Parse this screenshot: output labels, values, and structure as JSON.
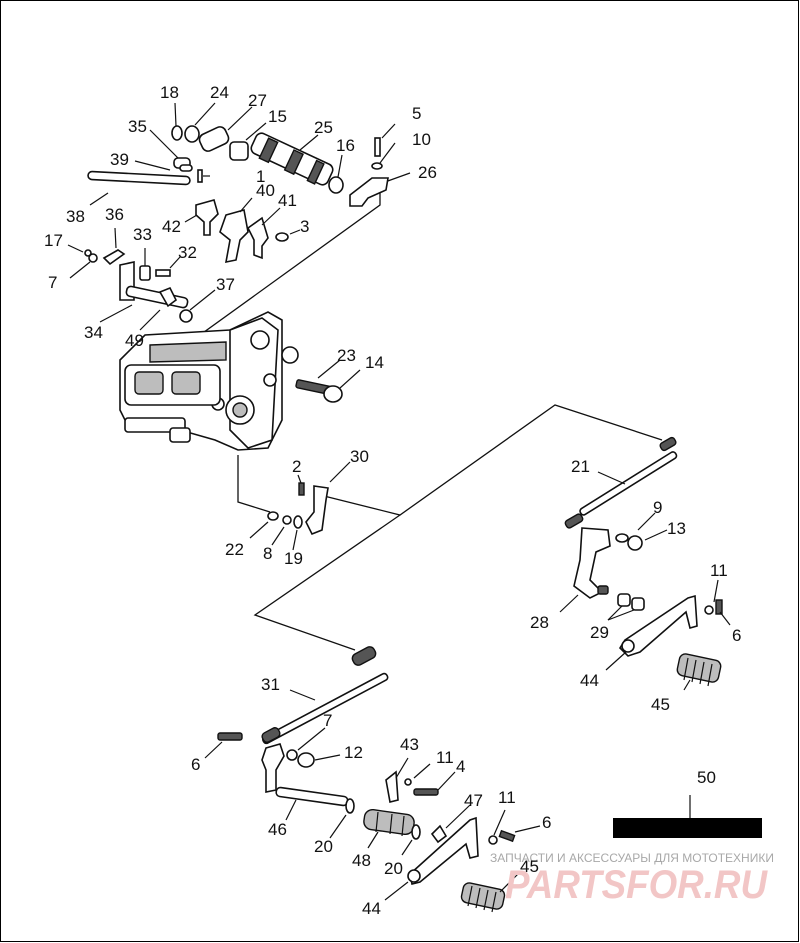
{
  "callouts": {
    "c1": "1",
    "c2": "2",
    "c3": "3",
    "c4": "4",
    "c5": "5",
    "c6": "6",
    "c6b": "6",
    "c6c": "6",
    "c7": "7",
    "c7b": "7",
    "c8": "8",
    "c9": "9",
    "c10": "10",
    "c11": "11",
    "c11b": "11",
    "c11c": "11",
    "c12": "12",
    "c13": "13",
    "c14": "14",
    "c15": "15",
    "c16": "16",
    "c17": "17",
    "c18": "18",
    "c19": "19",
    "c20": "20",
    "c20b": "20",
    "c21": "21",
    "c22": "22",
    "c23": "23",
    "c24": "24",
    "c25": "25",
    "c26": "26",
    "c27": "27",
    "c28": "28",
    "c29": "29",
    "c30": "30",
    "c31": "31",
    "c32": "32",
    "c33": "33",
    "c34": "34",
    "c35": "35",
    "c36": "36",
    "c37": "37",
    "c38": "38",
    "c39": "39",
    "c40": "40",
    "c41": "41",
    "c42": "42",
    "c43": "43",
    "c44": "44",
    "c44b": "44",
    "c45": "45",
    "c45b": "45",
    "c46": "46",
    "c47": "47",
    "c48": "48",
    "c49": "49",
    "c50": "50"
  },
  "watermark": {
    "tagline": "ЗАПЧАСТИ И АКСЕССУАРЫ ДЛЯ МОТОТЕХНИКИ",
    "logo": "PARTSFOR.RU"
  },
  "colors": {
    "ink": "#111111",
    "background": "#ffffff",
    "label_box": "#000000",
    "watermark_logo": "#f2c6c6"
  }
}
